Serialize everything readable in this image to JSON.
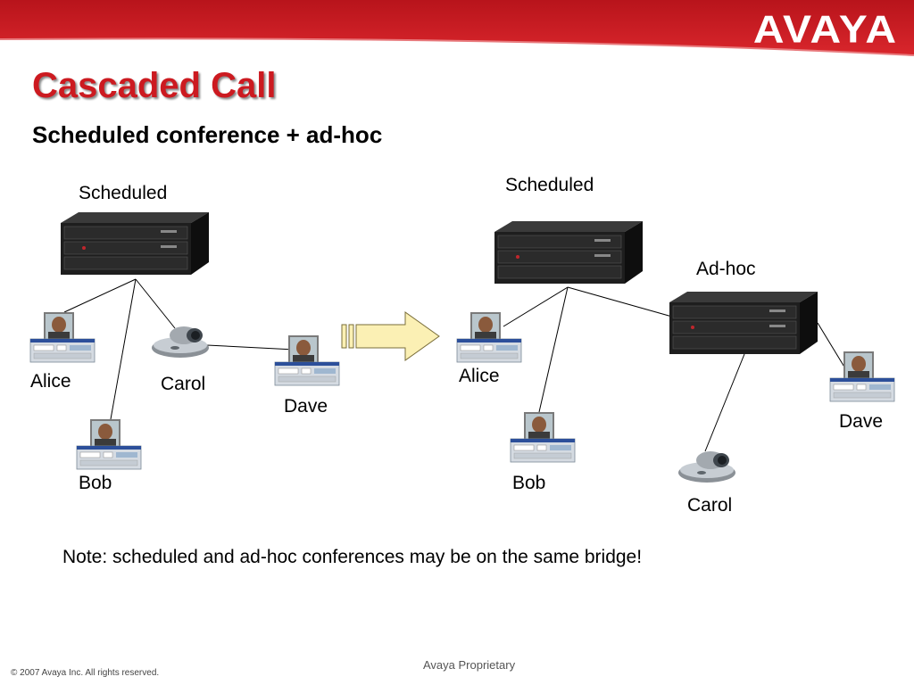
{
  "header": {
    "logo": "AVAYA",
    "title": "Cascaded Call",
    "subtitle": "Scheduled conference + ad-hoc"
  },
  "left_diagram": {
    "bridge_label": "Scheduled",
    "participants": {
      "alice": "Alice",
      "bob": "Bob",
      "carol": "Carol",
      "dave": "Dave"
    }
  },
  "right_diagram": {
    "scheduled_label": "Scheduled",
    "adhoc_label": "Ad-hoc",
    "participants": {
      "alice": "Alice",
      "bob": "Bob",
      "carol": "Carol",
      "dave": "Dave"
    }
  },
  "note": "Note: scheduled and ad-hoc conferences may be on the same bridge!",
  "footer": {
    "center": "Avaya Proprietary",
    "copyright": "© 2007 Avaya Inc. All rights reserved."
  },
  "colors": {
    "brand_red": "#cc1a20",
    "arrow_fill": "#fbf0b4"
  }
}
